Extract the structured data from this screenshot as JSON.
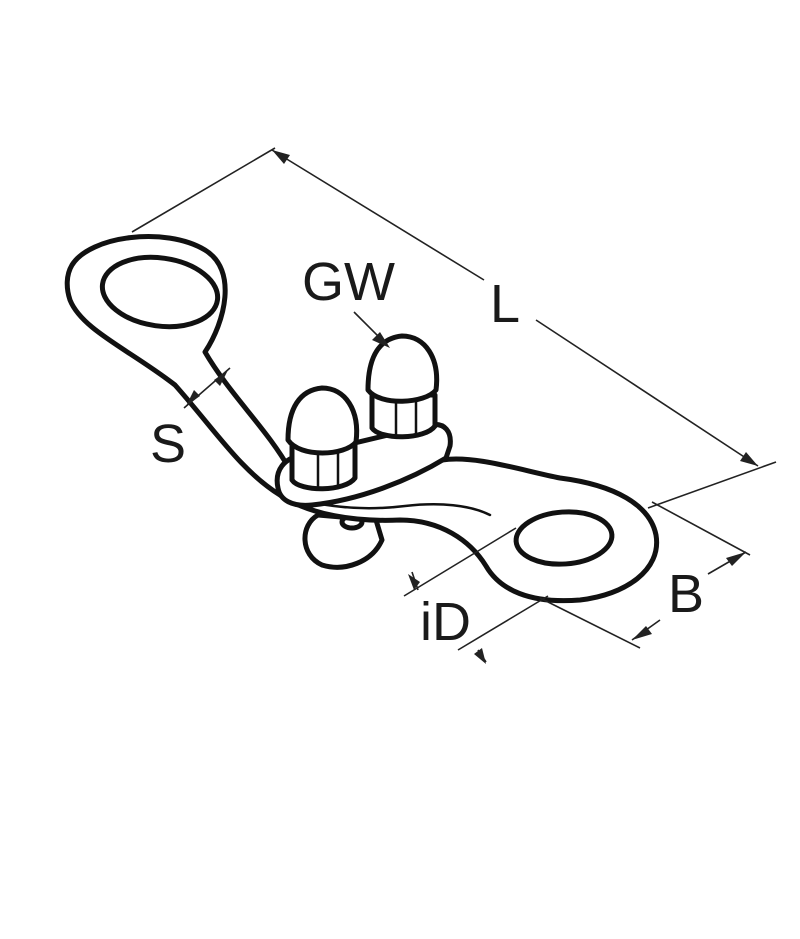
{
  "labels": {
    "length": "L",
    "screw": "GW",
    "thickness": "S",
    "inner_diameter": "iD",
    "width": "B"
  },
  "colors": {
    "line": "#111111",
    "background": "#ffffff"
  }
}
